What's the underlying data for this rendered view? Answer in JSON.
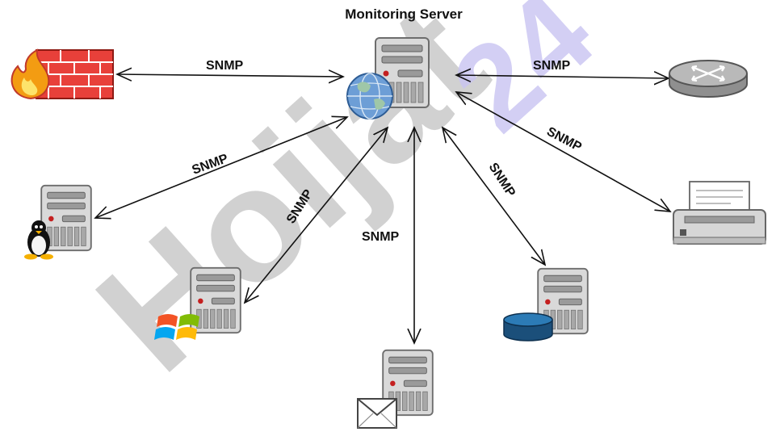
{
  "title": "Monitoring Server",
  "link_label": "SNMP",
  "watermark": {
    "text_grey": "Hoijat",
    "text_purple": "24"
  },
  "colors": {
    "arrow": "#111111",
    "server_body": "#d8d8d8",
    "server_edge": "#707070",
    "watermark_grey": "#c9c9c9",
    "watermark_purple": "#c9c4f2",
    "firewall_brick": "#e8403a",
    "database": "#1f5f8f"
  },
  "nodes": [
    {
      "id": "monitoring-server",
      "icon": "server-globe-icon"
    },
    {
      "id": "firewall",
      "icon": "firewall-icon"
    },
    {
      "id": "router",
      "icon": "router-icon"
    },
    {
      "id": "linux-server",
      "icon": "linux-server-icon"
    },
    {
      "id": "printer",
      "icon": "printer-icon"
    },
    {
      "id": "windows-server",
      "icon": "windows-server-icon"
    },
    {
      "id": "database-server",
      "icon": "database-server-icon"
    },
    {
      "id": "mail-server",
      "icon": "mail-server-icon"
    }
  ],
  "links": [
    {
      "from": "monitoring-server",
      "to": "firewall",
      "label": "SNMP"
    },
    {
      "from": "monitoring-server",
      "to": "router",
      "label": "SNMP"
    },
    {
      "from": "monitoring-server",
      "to": "linux-server",
      "label": "SNMP"
    },
    {
      "from": "monitoring-server",
      "to": "printer",
      "label": "SNMP"
    },
    {
      "from": "monitoring-server",
      "to": "windows-server",
      "label": "SNMP"
    },
    {
      "from": "monitoring-server",
      "to": "database-server",
      "label": "SNMP"
    },
    {
      "from": "monitoring-server",
      "to": "mail-server",
      "label": "SNMP"
    }
  ]
}
